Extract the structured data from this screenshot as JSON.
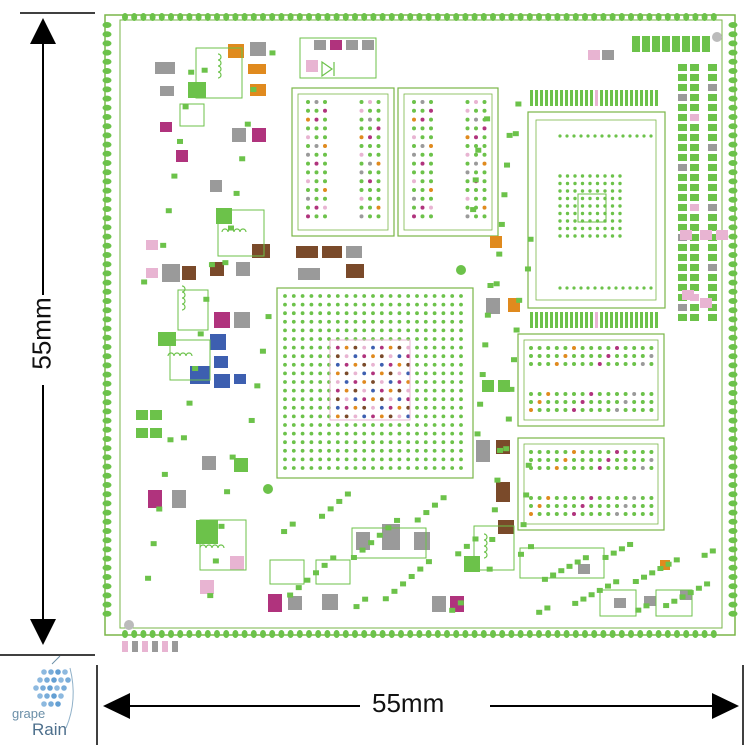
{
  "dimensions": {
    "width_label": "55mm",
    "height_label": "55mm"
  },
  "logo": {
    "line1": "grape",
    "line2": "Rain"
  },
  "colors": {
    "board_outline": "#7ab648",
    "pad_green": "#6cc24a",
    "pad_gray": "#9a9a9a",
    "pad_orange": "#e08a1e",
    "pad_magenta": "#b0337d",
    "pad_pink": "#e8b4d2",
    "pad_brown": "#7a4a2a",
    "pad_blue": "#3d5fb0",
    "arrow": "#000000",
    "logo_blue": "#2f7fc4"
  }
}
